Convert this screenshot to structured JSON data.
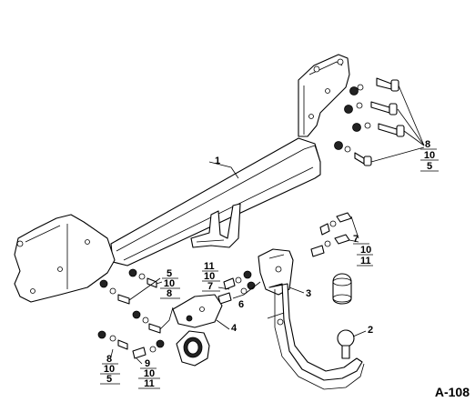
{
  "drawing_code": "A-108",
  "callouts": {
    "crossbar": "1",
    "towball": "2",
    "ball_holder": "3",
    "socket_plate": "4",
    "ref_6": "6"
  },
  "fastener_sets": {
    "top_right": [
      "8",
      "10",
      "5"
    ],
    "right_mid": [
      "7",
      "10",
      "11"
    ],
    "center": [
      "11",
      "10",
      "7"
    ],
    "left_mid": [
      "5",
      "10",
      "8"
    ],
    "bottom_left": [
      "8",
      "10",
      "5"
    ],
    "bottom_center": [
      "9",
      "10",
      "11"
    ]
  }
}
